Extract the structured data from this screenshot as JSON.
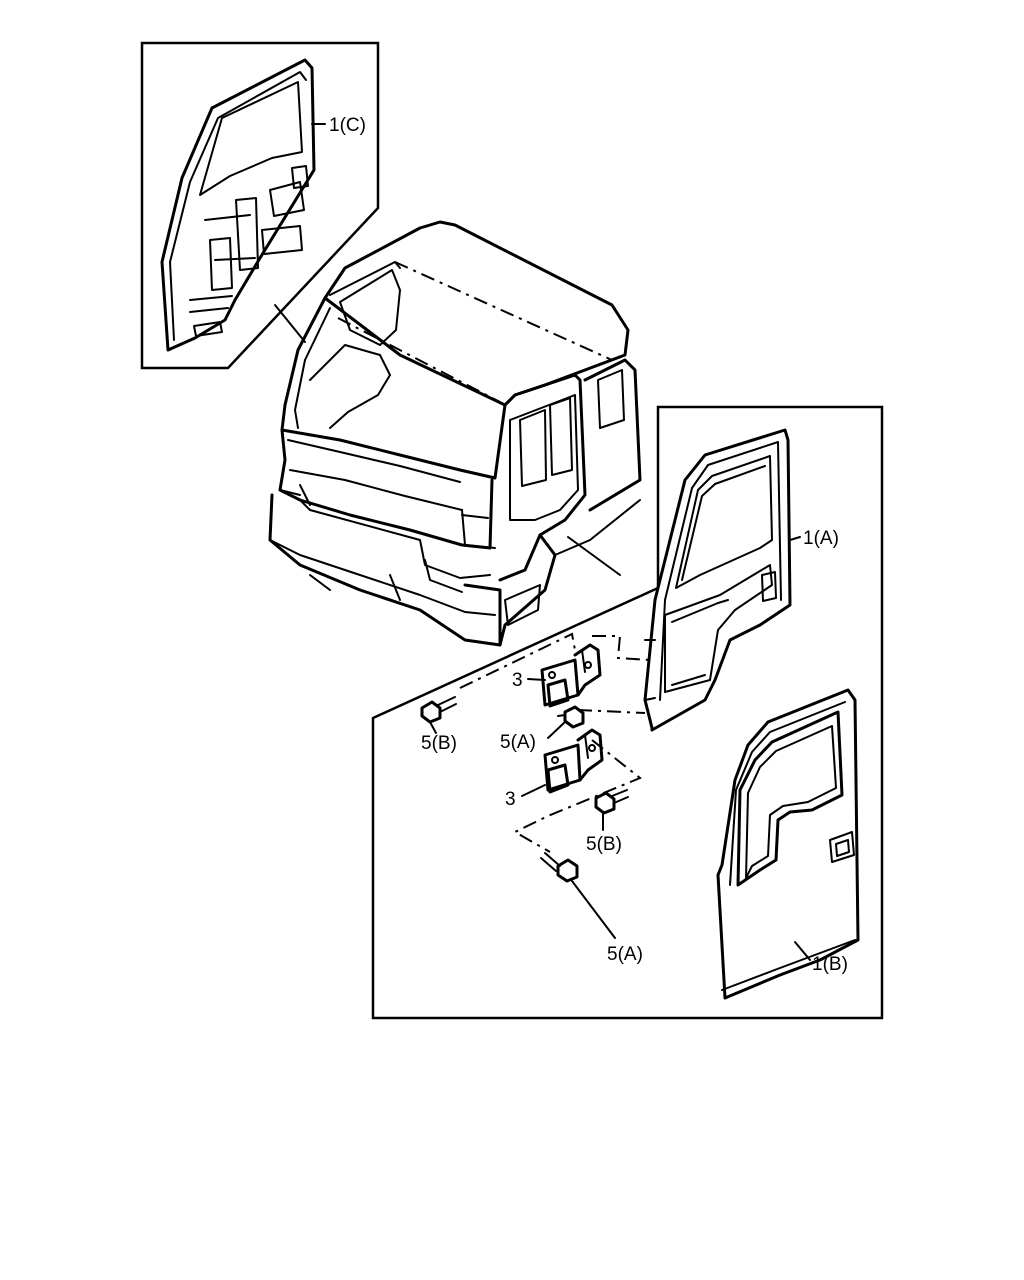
{
  "labels": {
    "door_c": "1(C)",
    "door_a": "1(A)",
    "door_b": "1(B)",
    "hinge_upper": "3",
    "hinge_lower": "3",
    "bolt_5b_left": "5(B)",
    "bolt_5a_upper": "5(A)",
    "bolt_5b_right": "5(B)",
    "bolt_5a_lower": "5(A)"
  }
}
